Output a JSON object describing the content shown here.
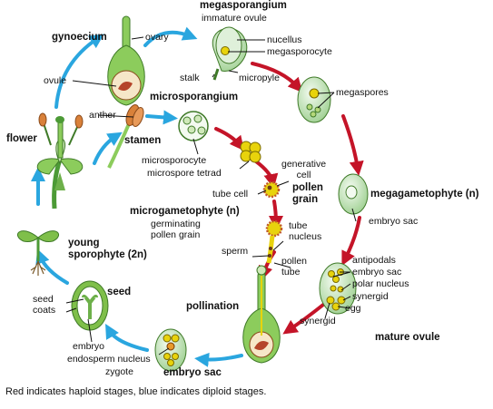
{
  "colors": {
    "blue_arrow": "#2aa6df",
    "red_arrow": "#c41428",
    "cell_green": "#dff0da",
    "cell_green_dark": "#68b15e",
    "nucleus_yellow": "#e8d30c",
    "embryo_orange": "#e89a2a",
    "plant_green": "#7fbf4a",
    "leader": "#111111"
  },
  "labels": {
    "megasporangium": "megasporangium",
    "immature_ovule": "immature ovule",
    "gynoecium": "gynoecium",
    "ovary": "ovary",
    "nucellus": "nucellus",
    "megasporocyte": "megasporocyte",
    "stalk": "stalk",
    "micropyle": "micropyle",
    "ovule": "ovule",
    "anther": "anther",
    "microsporangium": "microsporangium",
    "megaspores": "megaspores",
    "flower": "flower",
    "stamen": "stamen",
    "microsporocyte": "microsporocyte",
    "microspore_tetrad": "microspore tetrad",
    "generative_cell": "generative\ncell",
    "tube_cell": "tube cell",
    "pollen_grain": "pollen\ngrain",
    "megagametophyte": "megagametophyte (n)",
    "microgametophyte": "microgametophyte (n)",
    "germinating_pollen_grain": "germinating\npollen grain",
    "embryo_sac_1": "embryo sac",
    "tube_nucleus": "tube\nnucleus",
    "young_sporophyte": "young\nsporophyte (2n)",
    "sperm": "sperm",
    "pollen_tube": "pollen\ntube",
    "antipodals": "antipodals",
    "embryo_sac_2": "embryo sac",
    "seed": "seed",
    "seed_coats": "seed\ncoats",
    "polar_nucleus": "polar nucleus",
    "pollination": "pollination",
    "synergid_1": "synergid",
    "egg": "egg",
    "synergid_2": "synergid",
    "mature_ovule": "mature ovule",
    "embryo": "embryo",
    "endosperm_nucleus": "endosperm nucleus",
    "zygote": "zygote",
    "embryo_sac_3": "embryo sac"
  },
  "caption": "Red indicates haploid stages, blue indicates diploid stages."
}
